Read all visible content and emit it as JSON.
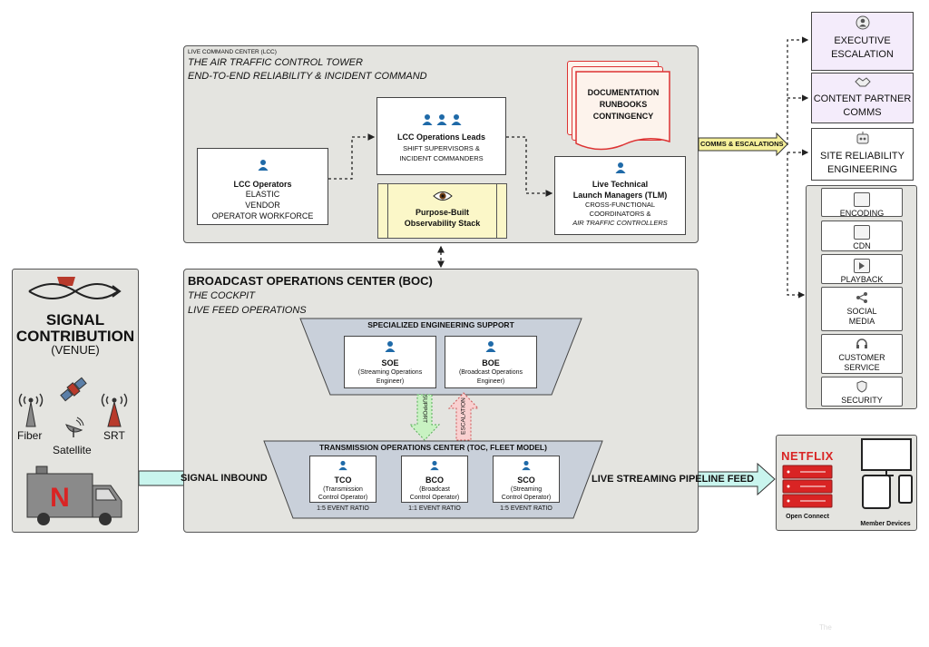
{
  "lcc": {
    "small_label": "LIVE COMMAND CENTER (LCC)",
    "title_line1": "THE AIR TRAFFIC CONTROL TOWER",
    "title_line2": "END-TO-END RELIABILITY & INCIDENT COMMAND",
    "operators": {
      "title": "LCC Operators",
      "line1": "ELASTIC",
      "line2": "VENDOR",
      "line3": "OPERATOR WORKFORCE"
    },
    "leads": {
      "title": "LCC Operations Leads",
      "line1": "SHIFT SUPERVISORS &",
      "line2": "INCIDENT COMMANDERS"
    },
    "observability": {
      "line1": "Purpose-Built",
      "line2": "Observability Stack"
    },
    "docs": {
      "line1": "DOCUMENTATION",
      "line2": "RUNBOOKS",
      "line3": "CONTINGENCY"
    },
    "tlm": {
      "title1": "Live Technical",
      "title2": "Launch Managers (TLM)",
      "line1": "CROSS-FUNCTIONAL",
      "line2": "COORDINATORS &",
      "line3": "AIR TRAFFIC CONTROLLERS"
    }
  },
  "comms_arrow": "COMMS & ESCALATIONS",
  "right": {
    "executive": {
      "line1": "EXECUTIVE",
      "line2": "ESCALATION",
      "icon": "person-icon"
    },
    "partner": {
      "line1": "CONTENT PARTNER",
      "line2": "COMMS",
      "icon": "handshake-icon"
    },
    "sre": {
      "line1": "SITE RELIABILITY",
      "line2": "ENGINEERING",
      "icon": "robot-icon"
    },
    "services": [
      {
        "label": "ENCODING",
        "icon": "encoding-icon"
      },
      {
        "label": "CDN",
        "icon": "cdn-icon"
      },
      {
        "label": "PLAYBACK",
        "icon": "playback-icon"
      },
      {
        "label": "SOCIAL MEDIA",
        "icon": "share-icon"
      },
      {
        "label": "CUSTOMER SERVICE",
        "icon": "headset-icon"
      },
      {
        "label": "SECURITY",
        "icon": "shield-icon"
      }
    ]
  },
  "signal": {
    "title1": "SIGNAL",
    "title2": "CONTRIBUTION",
    "subtitle": "(VENUE)",
    "fiber": "Fiber",
    "satellite": "Satellite",
    "srt": "SRT"
  },
  "boc": {
    "title": "BROADCAST OPERATIONS CENTER (BOC)",
    "sub1": "THE COCKPIT",
    "sub2": "LIVE FEED OPERATIONS",
    "ses_title": "SPECIALIZED ENGINEERING  SUPPORT",
    "soe": {
      "title": "SOE",
      "line1": "(Streaming Operations",
      "line2": "Engineer)"
    },
    "boe": {
      "title": "BOE",
      "line1": "(Broadcast Operations",
      "line2": "Engineer)"
    },
    "support": "SUPPORT",
    "escalation": "ESCALATION",
    "toc_title": "TRANSMISSION OPERATIONS CENTER (TOC, FLEET MODEL)",
    "tco": {
      "title": "TCO",
      "line1": "(Transmission",
      "line2": "Control Operator)",
      "ratio": "1:5 EVENT RATIO"
    },
    "bco": {
      "title": "BCO",
      "line1": "(Broadcast",
      "line2": "Control  Operator)",
      "ratio": "1:1 EVENT RATIO"
    },
    "sco": {
      "title": "SCO",
      "line1": "(Streaming",
      "line2": "Control  Operator)",
      "ratio": "1:5 EVENT RATIO"
    }
  },
  "signal_inbound": "SIGNAL INBOUND",
  "pipeline_feed": "LIVE STREAMING PIPELINE FEED",
  "netflix": {
    "logo": "NETFLIX",
    "open_connect": "Open Connect",
    "member_devices": "Member Devices"
  },
  "footer_faint": "The",
  "colors": {
    "panel": "#e4e4e0",
    "observability": "#fbf7c8",
    "docs": "#fdf3ec",
    "docs_border": "#d33",
    "purple": "#f4ecfb",
    "teal": "#c9f5ee",
    "yellow_arrow": "#f6f09a",
    "netflix_red": "#d92424",
    "support_green": "#c8f2c2",
    "escalation_pink": "#f9d0d0"
  }
}
